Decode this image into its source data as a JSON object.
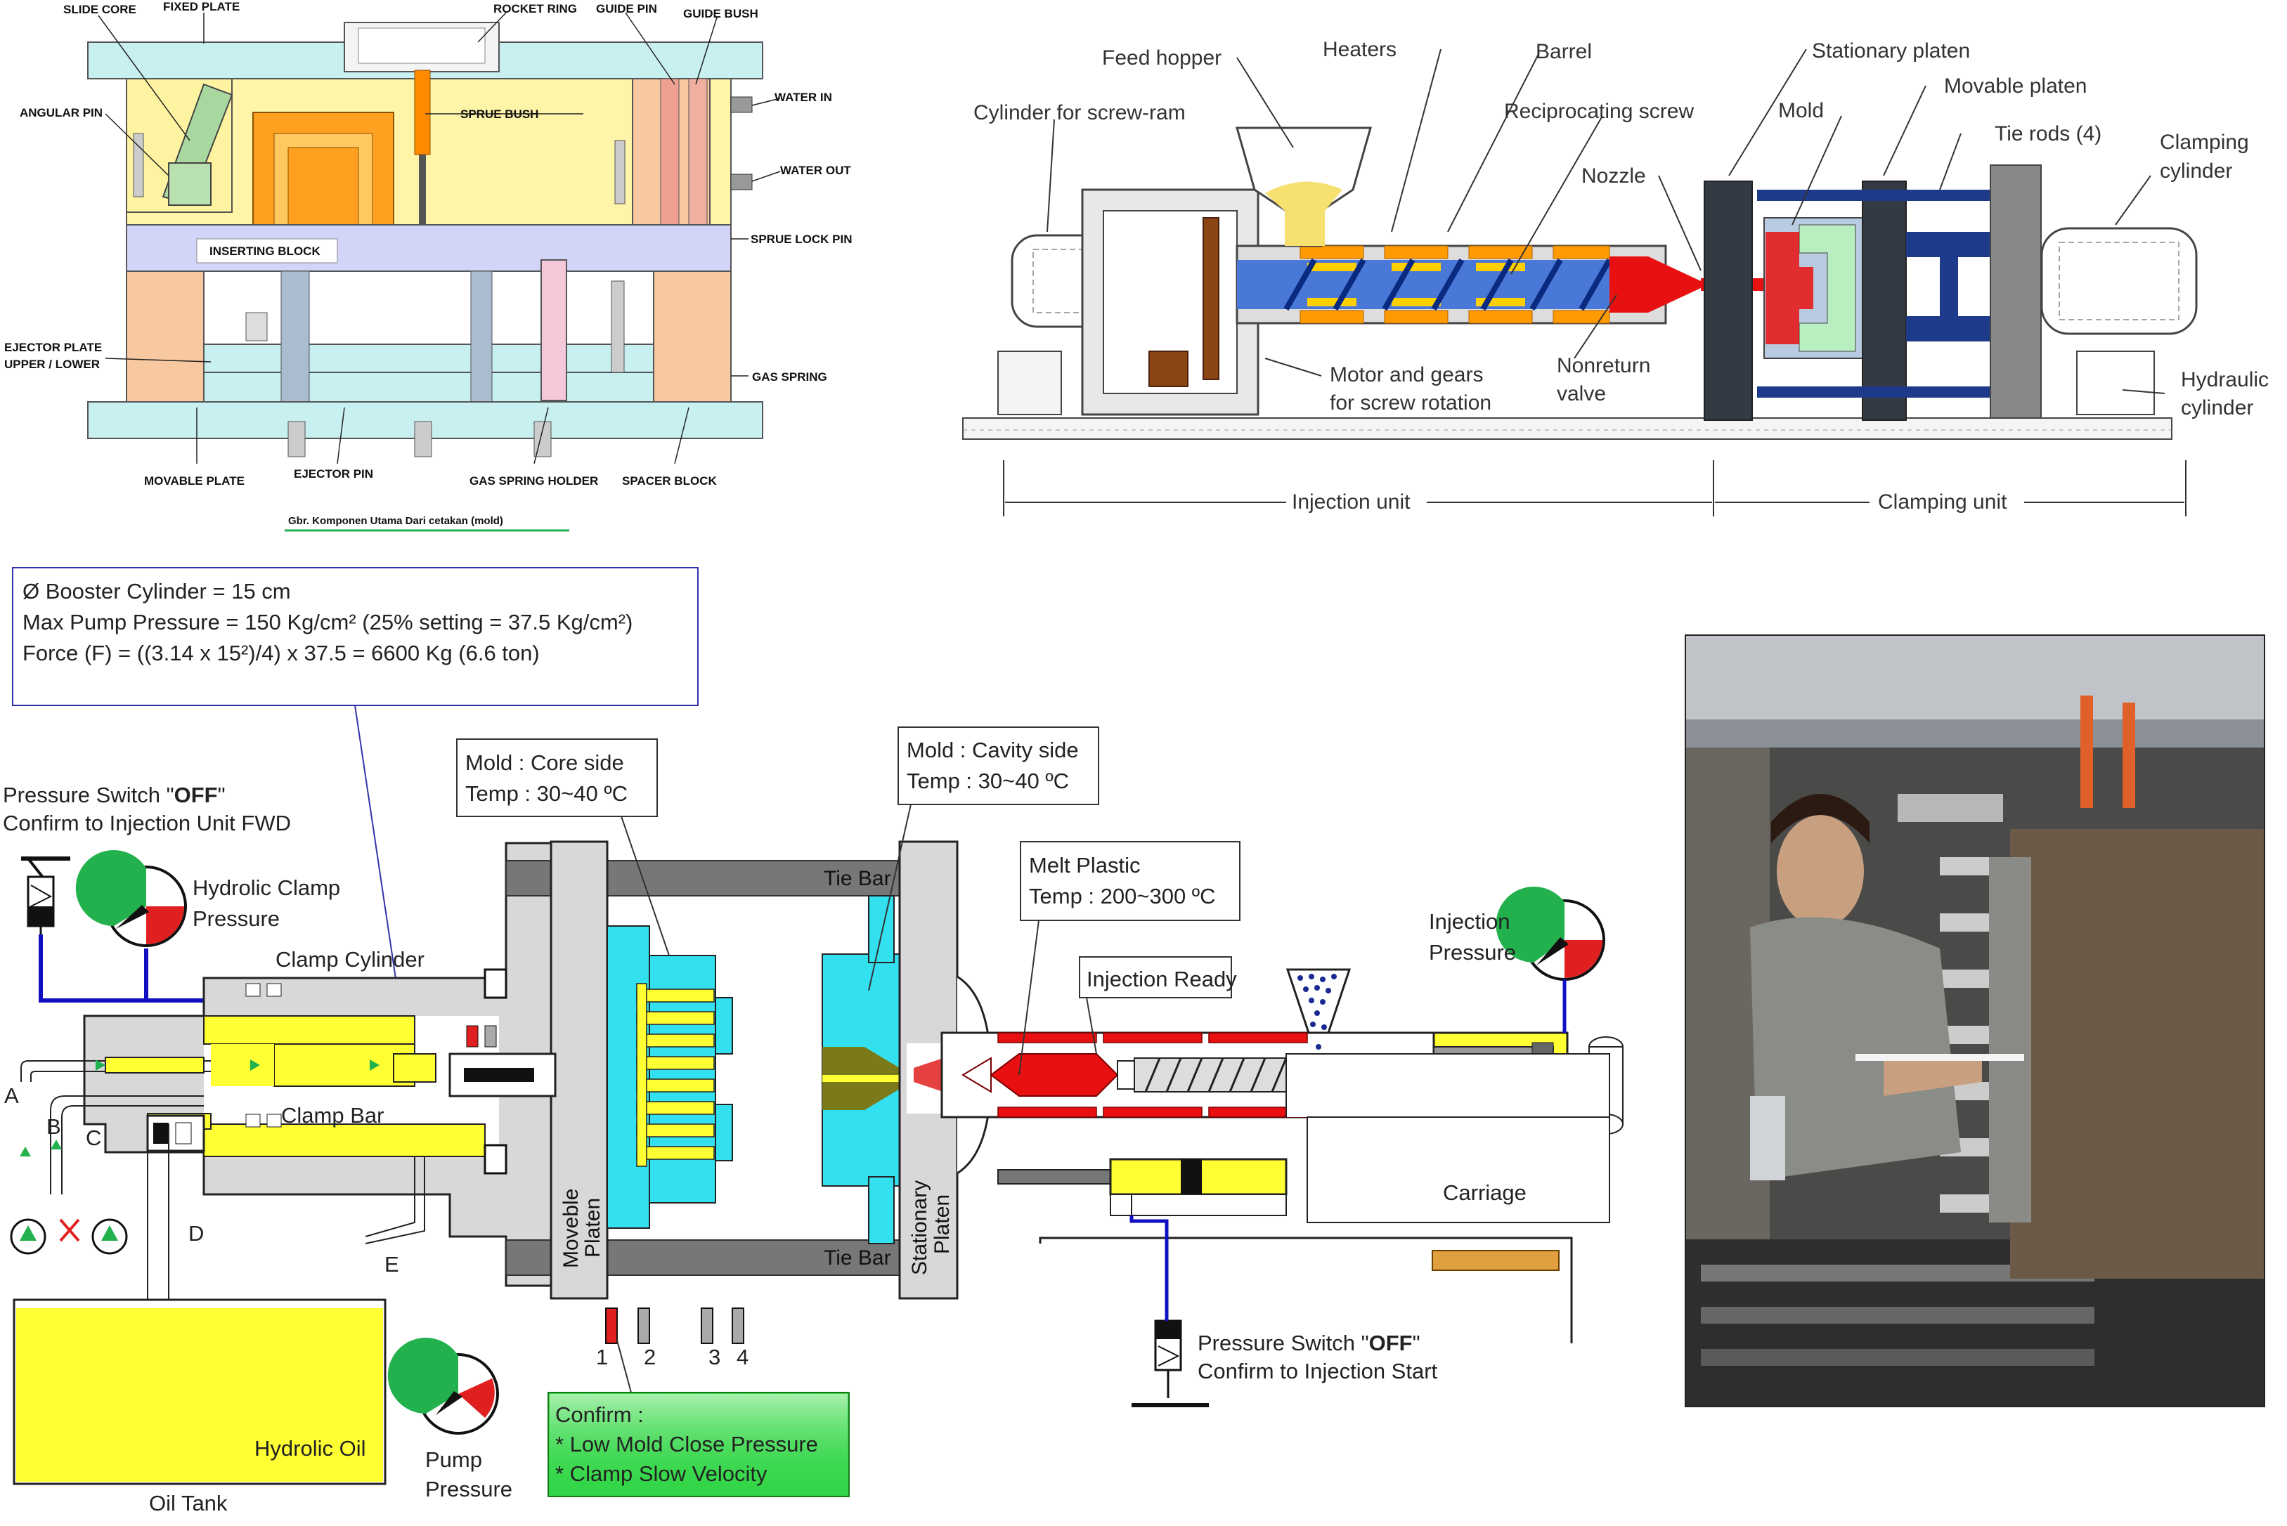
{
  "mold_diagram": {
    "labels": {
      "slide_core": "SLIDE CORE",
      "fixed_plate": "FIXED PLATE",
      "rocket_ring": "ROCKET RING",
      "guide_pin": "GUIDE PIN",
      "guide_bush": "GUIDE BUSH",
      "water_in": "WATER IN",
      "water_out": "WATER OUT",
      "angular_pin": "ANGULAR PIN",
      "sprue_bush": "SPRUE BUSH",
      "sprue_lock_pin": "SPRUE LOCK PIN",
      "inserting_block": "INSERTING BLOCK",
      "ejector_plate": "EJECTOR PLATE",
      "upper_lower": "UPPER / LOWER",
      "gas_spring": "GAS SPRING",
      "movable_plate": "MOVABLE PLATE",
      "ejector_pin": "EJECTOR PIN",
      "gas_spring_holder": "GAS SPRING HOLDER",
      "spacer_block": "SPACER BLOCK"
    },
    "caption": "Gbr. Komponen Utama Dari cetakan (mold)"
  },
  "machine_schematic": {
    "labels": {
      "feed_hopper": "Feed hopper",
      "heaters": "Heaters",
      "barrel": "Barrel",
      "stationary_platen": "Stationary platen",
      "movable_platen": "Movable platen",
      "cylinder_for_screw_ram": "Cylinder for screw-ram",
      "reciprocating_screw": "Reciprocating screw",
      "mold": "Mold",
      "tie_rods": "Tie rods (4)",
      "clamping_cylinder_1": "Clamping",
      "clamping_cylinder_2": "cylinder",
      "nozzle": "Nozzle",
      "motor_gears_1": "Motor and gears",
      "motor_gears_2": "for screw rotation",
      "nonreturn_1": "Nonreturn",
      "nonreturn_2": "valve",
      "hydraulic_1": "Hydraulic",
      "hydraulic_2": "cylinder",
      "injection_unit": "Injection unit",
      "clamping_unit": "Clamping unit"
    }
  },
  "hydraulic_diagram": {
    "booster_box": {
      "line1": "Ø Booster Cylinder = 15 cm",
      "line2": "Max Pump Pressure = 150 Kg/cm² (25% setting = 37.5 Kg/cm²)",
      "line3": "Force (F) = ((3.14 x 15²)/4) x 37.5 = 6600 Kg (6.6 ton)"
    },
    "pressure_switch_left": {
      "prefix": "Pressure Switch \"",
      "state": "OFF",
      "suffix": "\"",
      "line2": "Confirm to Injection Unit FWD"
    },
    "hydrolic_clamp_1": "Hydrolic Clamp",
    "hydrolic_clamp_2": "Pressure",
    "clamp_cylinder": "Clamp Cylinder",
    "clamp_bar": "Clamp Bar",
    "mold_core_1": "Mold : Core side",
    "mold_core_2": "Temp : 30~40 ºC",
    "mold_cavity_1": "Mold : Cavity side",
    "mold_cavity_2": "Temp : 30~40 ºC",
    "melt_1": "Melt Plastic",
    "melt_2": "Temp : 200~300 ºC",
    "injection_ready": "Injection Ready",
    "injection_pressure_1": "Injection",
    "injection_pressure_2": "Pressure",
    "tie_bar_top": "Tie Bar",
    "tie_bar_bottom": "Tie Bar",
    "moveble_platen": "Moveble",
    "moveble_platen_2": "Platen",
    "stationary_platen": "Stationary",
    "stationary_platen_2": "Platen",
    "carriage": "Carriage",
    "line_a": "A",
    "line_b": "B",
    "line_c": "C",
    "line_d": "D",
    "line_e": "E",
    "hydrolic_oil": "Hydrolic Oil",
    "oil_tank": "Oil Tank",
    "pump_pressure_1": "Pump",
    "pump_pressure_2": "Pressure",
    "indicators": [
      "1",
      "2",
      "3",
      "4"
    ],
    "confirm_title": "Confirm :",
    "confirm_1": "* Low Mold Close Pressure",
    "confirm_2": "* Clamp Slow Velocity",
    "pressure_switch_right": {
      "prefix": "Pressure Switch \"",
      "state": "OFF",
      "suffix": "\"",
      "line2": "Confirm to Injection Start"
    }
  },
  "colors": {
    "hyd_yellow": "#ffff33",
    "cyan": "#33e0f0",
    "melt_red": "#e81010",
    "gauge_green": "#22b14c",
    "gauge_red": "#e02020",
    "confirm_green": "#33d648",
    "mold_cyan": "#c8f0f0",
    "mold_yellow": "#fff5a8",
    "mold_orange": "#ffa020",
    "mold_lavender": "#d2d4f8",
    "mold_peach": "#f8c8a0"
  }
}
